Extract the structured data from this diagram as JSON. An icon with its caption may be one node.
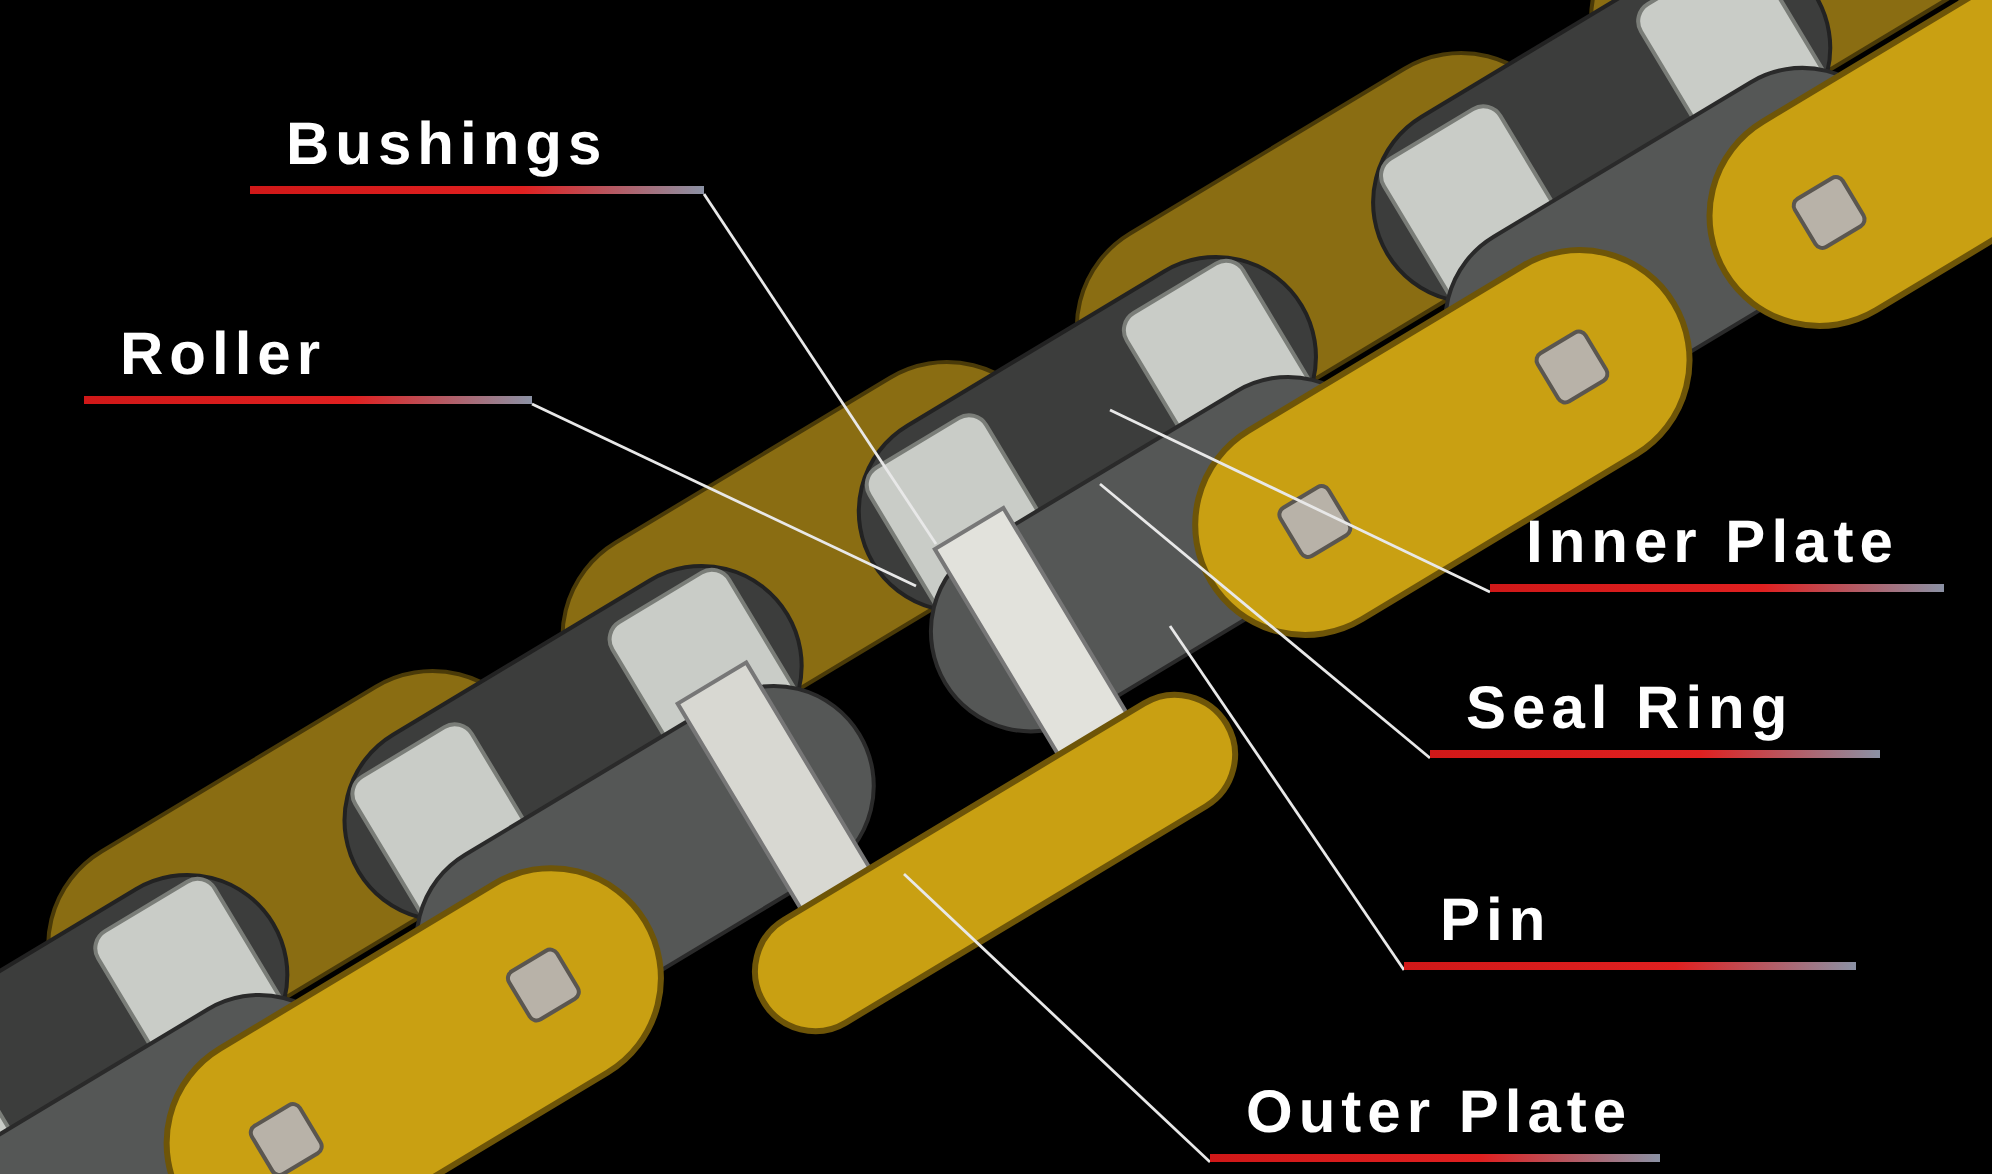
{
  "diagram": {
    "nodes": [
      {
        "text": [
          "Bushings"
        ]
      },
      {
        "text": [
          "Roller"
        ]
      },
      {
        "text": [
          "Inner Plate"
        ]
      },
      {
        "text": [
          "Seal Ring"
        ]
      },
      {
        "text": [
          "Pin"
        ]
      },
      {
        "text": [
          "Outer Plate"
        ]
      }
    ],
    "edges": [
      {
        "from": 0,
        "to": null,
        "arrow": "none"
      },
      {
        "from": 1,
        "to": null,
        "arrow": "none"
      },
      {
        "from": 2,
        "to": null,
        "arrow": "none"
      },
      {
        "from": 3,
        "to": null,
        "arrow": "none"
      },
      {
        "from": 4,
        "to": null,
        "arrow": "none"
      },
      {
        "from": 5,
        "to": null,
        "arrow": "none"
      }
    ]
  }
}
